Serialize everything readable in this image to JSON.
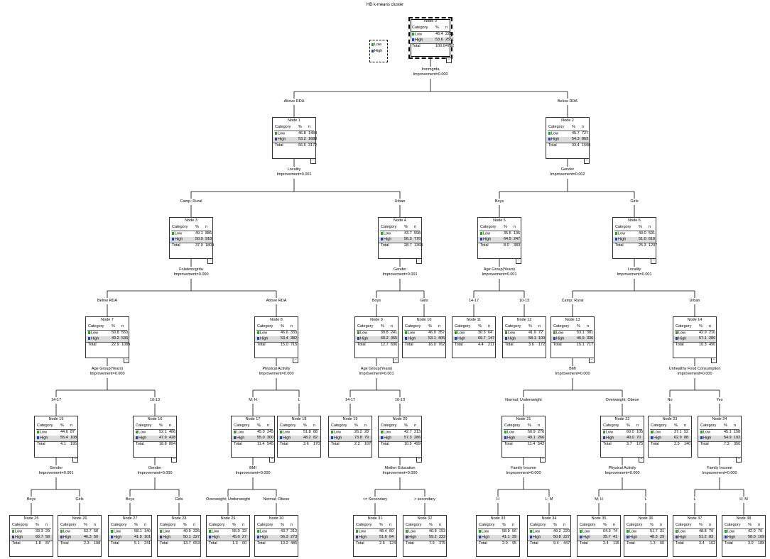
{
  "title": "HB k-means cluster",
  "legend": [
    {
      "label": "Low",
      "color": "#2aa02a"
    },
    {
      "label": "High",
      "color": "#2a3fa0"
    }
  ],
  "table_header": {
    "category": "Category",
    "pct": "%",
    "n": "n"
  },
  "row_labels": {
    "low": "Low",
    "high": "High",
    "total": "Total"
  },
  "nodes": [
    {
      "id": "Node 0",
      "low": [
        "46.4",
        "2211"
      ],
      "high": [
        "53.6",
        "2551"
      ],
      "total": [
        "100.0",
        "4762"
      ]
    },
    {
      "id": "Node 1",
      "low": [
        "46.8",
        "1484"
      ],
      "high": [
        "53.2",
        "1688"
      ],
      "total": [
        "66.6",
        "3172"
      ]
    },
    {
      "id": "Node 2",
      "low": [
        "45.7",
        "727"
      ],
      "high": [
        "54.3",
        "863"
      ],
      "total": [
        "33.4",
        "1590"
      ]
    },
    {
      "id": "Node 3",
      "low": [
        "49.1",
        "886"
      ],
      "high": [
        "50.9",
        "918"
      ],
      "total": [
        "37.9",
        "1804"
      ]
    },
    {
      "id": "Node 4",
      "low": [
        "43.7",
        "598"
      ],
      "high": [
        "56.3",
        "770"
      ],
      "total": [
        "28.7",
        "1368"
      ]
    },
    {
      "id": "Node 5",
      "low": [
        "35.5",
        "136"
      ],
      "high": [
        "64.5",
        "247"
      ],
      "total": [
        "8.0",
        "383"
      ]
    },
    {
      "id": "Node 6",
      "low": [
        "49.0",
        "591"
      ],
      "high": [
        "51.0",
        "616"
      ],
      "total": [
        "25.3",
        "1207"
      ]
    },
    {
      "id": "Node 7",
      "low": [
        "50.8",
        "553"
      ],
      "high": [
        "49.2",
        "536"
      ],
      "total": [
        "22.9",
        "1089"
      ]
    },
    {
      "id": "Node 8",
      "low": [
        "46.6",
        "333"
      ],
      "high": [
        "53.4",
        "382"
      ],
      "total": [
        "15.0",
        "715"
      ]
    },
    {
      "id": "Node 9",
      "low": [
        "39.8",
        "241"
      ],
      "high": [
        "60.2",
        "365"
      ],
      "total": [
        "12.7",
        "606"
      ]
    },
    {
      "id": "Node 10",
      "low": [
        "46.9",
        "357"
      ],
      "high": [
        "53.1",
        "405"
      ],
      "total": [
        "16.0",
        "762"
      ]
    },
    {
      "id": "Node 11",
      "low": [
        "30.3",
        "64"
      ],
      "high": [
        "69.7",
        "147"
      ],
      "total": [
        "4.4",
        "211"
      ]
    },
    {
      "id": "Node 12",
      "low": [
        "41.9",
        "72"
      ],
      "high": [
        "58.1",
        "100"
      ],
      "total": [
        "3.6",
        "172"
      ]
    },
    {
      "id": "Node 13",
      "low": [
        "53.1",
        "381"
      ],
      "high": [
        "46.9",
        "336"
      ],
      "total": [
        "15.1",
        "717"
      ]
    },
    {
      "id": "Node 14",
      "low": [
        "42.9",
        "210"
      ],
      "high": [
        "57.1",
        "280"
      ],
      "total": [
        "10.3",
        "490"
      ]
    },
    {
      "id": "Node 15",
      "low": [
        "44.6",
        "87"
      ],
      "high": [
        "55.4",
        "108"
      ],
      "total": [
        "4.1",
        "195"
      ]
    },
    {
      "id": "Node 16",
      "low": [
        "52.1",
        "466"
      ],
      "high": [
        "47.9",
        "428"
      ],
      "total": [
        "18.8",
        "894"
      ]
    },
    {
      "id": "Node 17",
      "low": [
        "45.0",
        "245"
      ],
      "high": [
        "55.0",
        "300"
      ],
      "total": [
        "11.4",
        "545"
      ]
    },
    {
      "id": "Node 18",
      "low": [
        "51.8",
        "88"
      ],
      "high": [
        "48.2",
        "82"
      ],
      "total": [
        "3.6",
        "170"
      ]
    },
    {
      "id": "Node 19",
      "low": [
        "26.2",
        "28"
      ],
      "high": [
        "73.8",
        "79"
      ],
      "total": [
        "2.2",
        "107"
      ]
    },
    {
      "id": "Node 20",
      "low": [
        "42.7",
        "213"
      ],
      "high": [
        "57.3",
        "286"
      ],
      "total": [
        "10.5",
        "499"
      ]
    },
    {
      "id": "Node 21",
      "low": [
        "50.9",
        "276"
      ],
      "high": [
        "49.1",
        "266"
      ],
      "total": [
        "11.4",
        "542"
      ]
    },
    {
      "id": "Node 22",
      "low": [
        "60.0",
        "105"
      ],
      "high": [
        "40.0",
        "70"
      ],
      "total": [
        "3.7",
        "175"
      ]
    },
    {
      "id": "Node 23",
      "low": [
        "37.1",
        "52"
      ],
      "high": [
        "62.9",
        "88"
      ],
      "total": [
        "2.9",
        "140"
      ]
    },
    {
      "id": "Node 24",
      "low": [
        "45.1",
        "158"
      ],
      "high": [
        "54.9",
        "192"
      ],
      "total": [
        "7.3",
        "350"
      ]
    },
    {
      "id": "Node 25",
      "low": [
        "33.3",
        "29"
      ],
      "high": [
        "66.7",
        "58"
      ],
      "total": [
        "1.8",
        "87"
      ]
    },
    {
      "id": "Node 26",
      "low": [
        "53.7",
        "58"
      ],
      "high": [
        "46.3",
        "50"
      ],
      "total": [
        "2.3",
        "108"
      ]
    },
    {
      "id": "Node 27",
      "low": [
        "58.1",
        "140"
      ],
      "high": [
        "41.9",
        "101"
      ],
      "total": [
        "5.1",
        "241"
      ]
    },
    {
      "id": "Node 28",
      "low": [
        "49.9",
        "326"
      ],
      "high": [
        "50.1",
        "327"
      ],
      "total": [
        "13.7",
        "653"
      ]
    },
    {
      "id": "Node 29",
      "low": [
        "55.0",
        "33"
      ],
      "high": [
        "45.0",
        "27"
      ],
      "total": [
        "1.3",
        "60"
      ]
    },
    {
      "id": "Node 30",
      "low": [
        "43.7",
        "212"
      ],
      "high": [
        "56.3",
        "273"
      ],
      "total": [
        "10.2",
        "485"
      ]
    },
    {
      "id": "Node 31",
      "low": [
        "48.4",
        "60"
      ],
      "high": [
        "51.6",
        "64"
      ],
      "total": [
        "2.6",
        "124"
      ]
    },
    {
      "id": "Node 32",
      "low": [
        "40.8",
        "153"
      ],
      "high": [
        "59.2",
        "222"
      ],
      "total": [
        "7.9",
        "375"
      ]
    },
    {
      "id": "Node 33",
      "low": [
        "58.9",
        "56"
      ],
      "high": [
        "41.1",
        "39"
      ],
      "total": [
        "2.0",
        "95"
      ]
    },
    {
      "id": "Node 34",
      "low": [
        "49.2",
        "220"
      ],
      "high": [
        "50.8",
        "227"
      ],
      "total": [
        "9.4",
        "447"
      ]
    },
    {
      "id": "Node 35",
      "low": [
        "64.3",
        "74"
      ],
      "high": [
        "35.7",
        "41"
      ],
      "total": [
        "2.4",
        "115"
      ]
    },
    {
      "id": "Node 36",
      "low": [
        "51.7",
        "31"
      ],
      "high": [
        "48.3",
        "29"
      ],
      "total": [
        "1.3",
        "60"
      ]
    },
    {
      "id": "Node 37",
      "low": [
        "48.8",
        "79"
      ],
      "high": [
        "51.2",
        "83"
      ],
      "total": [
        "3.4",
        "162"
      ]
    },
    {
      "id": "Node 38",
      "low": [
        "42.0",
        "79"
      ],
      "high": [
        "58.0",
        "109"
      ],
      "total": [
        "3.9",
        "188"
      ]
    }
  ],
  "splits": [
    {
      "variable": "Ironmgrda",
      "improvement": "Improvement=0.000"
    },
    {
      "variable": "Locality",
      "improvement": "Improvement=0.001"
    },
    {
      "variable": "Gender",
      "improvement": "Improvement=0.002"
    },
    {
      "variable": "Folatemcgrda",
      "improvement": "Improvement=0.000"
    },
    {
      "variable": "Gender",
      "improvement": "Improvement=0.001"
    },
    {
      "variable": "Age Group(Years)",
      "improvement": "Improvement=0.001"
    },
    {
      "variable": "Locality",
      "improvement": "Improvement=0.001"
    },
    {
      "variable": "Age Group(Years)",
      "improvement": "Improvement=0.000"
    },
    {
      "variable": "Physical Activity",
      "improvement": "Improvement=0.000"
    },
    {
      "variable": "Age Group(Years)",
      "improvement": "Improvement=0.001"
    },
    {
      "variable": "BMI",
      "improvement": "Improvement=0.000"
    },
    {
      "variable": "Unhealthy Food Consumption",
      "improvement": "Improvement=0.000"
    },
    {
      "variable": "Gender",
      "improvement": "Improvement=0.001"
    },
    {
      "variable": "Gender",
      "improvement": "Improvement=0.000"
    },
    {
      "variable": "BMI",
      "improvement": "Improvement=0.000"
    },
    {
      "variable": "Mother Education",
      "improvement": "Improvement=0.000"
    },
    {
      "variable": "Family Income",
      "improvement": "Improvement=0.000"
    },
    {
      "variable": "Physical Activity",
      "improvement": "Improvement=0.000"
    },
    {
      "variable": "Family Income",
      "improvement": "Improvement=0.000"
    }
  ],
  "branch_labels": [
    "Above RDA",
    "Below RDA",
    "Camp; Rural",
    "Urban",
    "Boys",
    "Girls",
    "Below RDA",
    "Above RDA",
    "Boys",
    "Girls",
    "14-17",
    "10-13",
    "Camp; Rural",
    "Urban",
    "14-17",
    "10-13",
    "M; H",
    "L",
    "14-17",
    "10-13",
    "Normal; Underweight",
    "Overweight; Obese",
    "No",
    "Yes",
    "Boys",
    "Girls",
    "Boys",
    "Girls",
    "Overweight; Underweight",
    "Normal; Obese",
    "<= Secondary",
    "> secondary",
    "H",
    "L; M",
    "M; H",
    "L",
    "L",
    "H; M"
  ]
}
